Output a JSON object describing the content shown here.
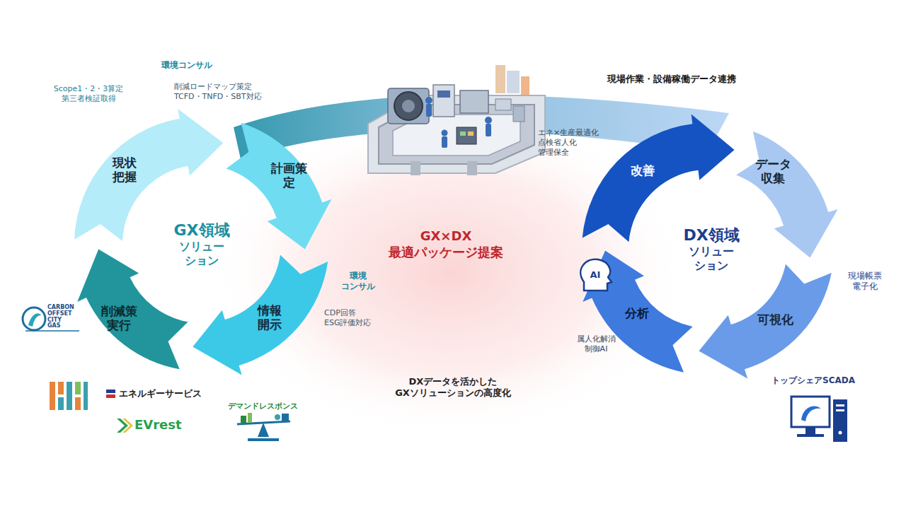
{
  "diagram": {
    "nodes": [
      {
        "text": [
          "GX領域",
          "ソリュー ション"
        ]
      },
      {
        "text": [
          "現状 把握"
        ]
      },
      {
        "text": [
          "計画策 定"
        ]
      },
      {
        "text": [
          "情報 開示"
        ]
      },
      {
        "text": [
          "削減策 実行"
        ]
      },
      {
        "text": [
          "DX領域",
          "ソリュー ション"
        ]
      },
      {
        "text": [
          "改善"
        ]
      },
      {
        "text": [
          "データ 収集"
        ]
      },
      {
        "text": [
          "可視化"
        ]
      },
      {
        "text": [
          "分析"
        ]
      }
    ],
    "labels": [
      "環境コンサル",
      "Scope1・2・3算定 第三者検証取得",
      "削減ロードマップ策定 TCFD・TNFD・SBT対応",
      "環境 コンサル",
      "CDP回答 ESG評価対応",
      "GX×DX 最適パッケージ提案",
      "DXデータを活かした GXソリューションの高度化",
      "現場作業・設備稼働データ連携",
      "エネ×生産最適化 点検省人化 管理保全",
      "現場帳票 電子化",
      "AI",
      "属人化解消 制御AI",
      "トップシェアSCADA",
      "CARBON OFFSET CITY GAS",
      "エネルギーサービス",
      "EVrest",
      "デマンドレスポンス"
    ]
  }
}
